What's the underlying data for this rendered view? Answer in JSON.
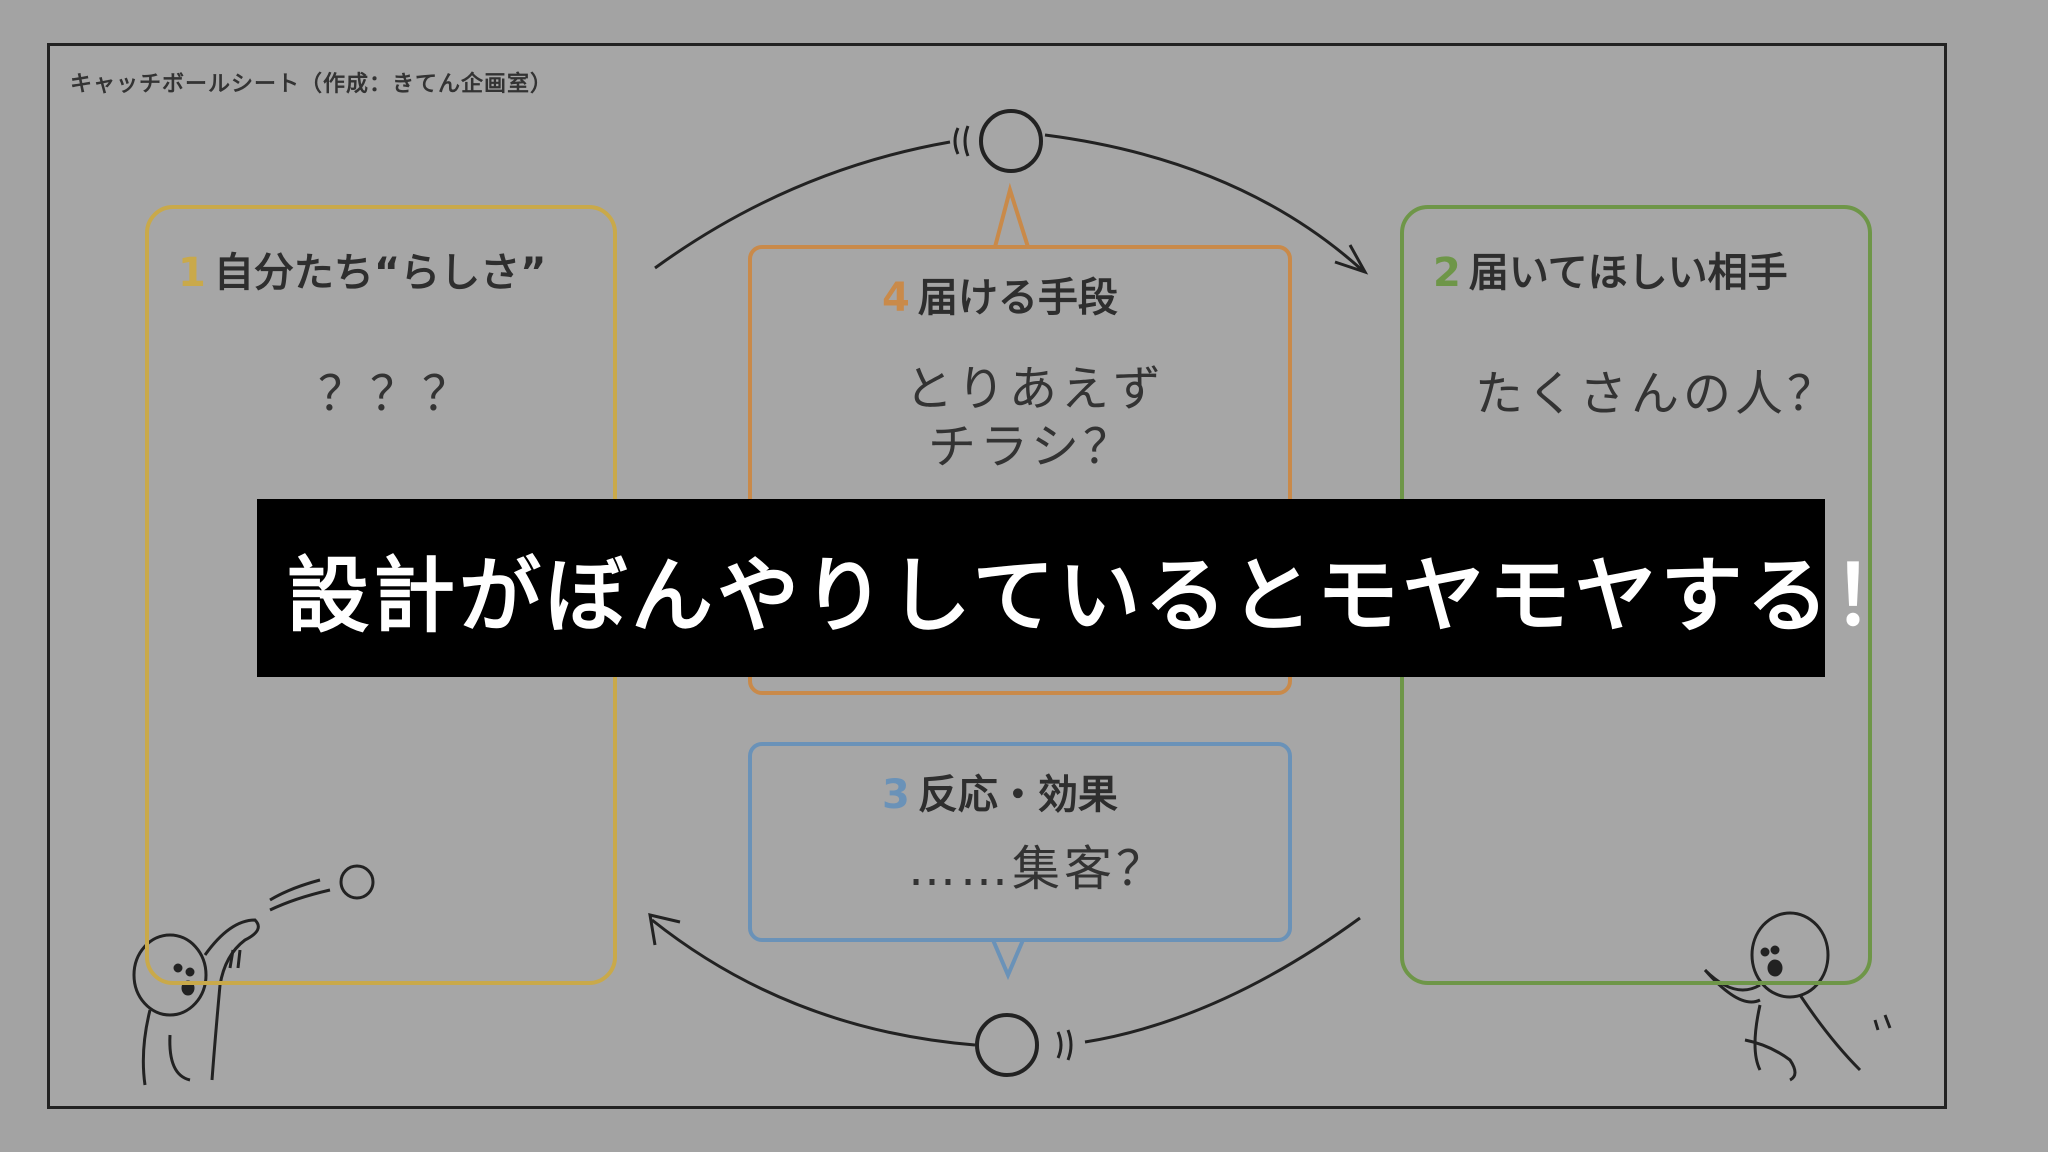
{
  "sheet": {
    "title": "キャッチボールシート（作成：きてん企画室）"
  },
  "panels": {
    "p1": {
      "num": "1",
      "title": "自分たち“らしさ”",
      "body": "？？？",
      "color": "#c9a94a"
    },
    "p2": {
      "num": "2",
      "title": "届いてほしい相手",
      "body": "たくさんの人？",
      "color": "#6e9648"
    },
    "p4": {
      "num": "4",
      "title": "届ける手段",
      "body_line1": "とりあえず",
      "body_line2": "チラシ？",
      "color": "#c98a4a"
    },
    "p3": {
      "num": "3",
      "title": "反応・効果",
      "body": "……集客？",
      "color": "#6a92b8"
    }
  },
  "banner": {
    "text": "設計がぼんやりしているとモヤモヤする！"
  }
}
